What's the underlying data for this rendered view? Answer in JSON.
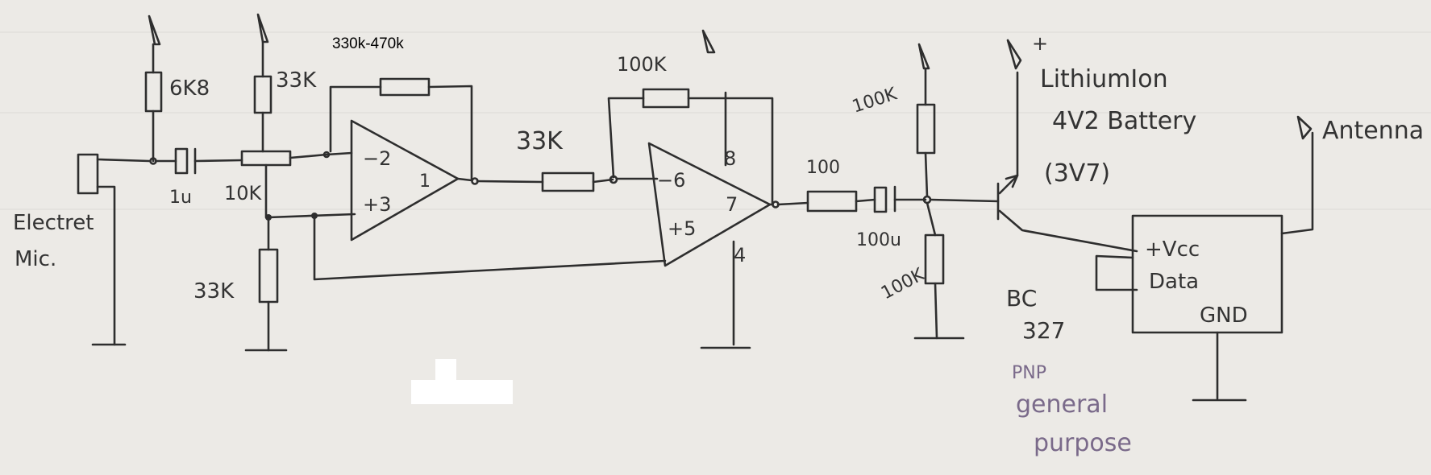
{
  "labels": {
    "feedback_res_1": "330k-470k",
    "mic": [
      "Electret",
      "Mic."
    ],
    "pullup_6k8": "6K8",
    "pullup_33k": "33K",
    "cap_1u": "1u",
    "pot_10k": "10K",
    "bias_33k": "33K",
    "op1_pin2": "−2",
    "op1_pin3": "+3",
    "op1_pin1": "1",
    "coupling_33k": "33K",
    "feedback_100k": "100K",
    "op2_pin6": "−6",
    "op2_pin5": "+5",
    "op2_pin7": "7",
    "op2_pin8": "8",
    "op2_pin4": "4",
    "res_100": "100",
    "cap_100u": "100u",
    "div_100k_top": "100K",
    "div_100k_bottom": "100K",
    "battery": [
      "LithiumIon",
      "4V2 Battery",
      "(3V7)"
    ],
    "plus_sign": "+",
    "transistor": [
      "BC",
      "327"
    ],
    "transistor_note": [
      "PNP",
      "general",
      "purpose"
    ],
    "module_vcc": "+Vcc",
    "module_data": "Data",
    "module_gnd": "GND",
    "antenna": "Antenna"
  }
}
